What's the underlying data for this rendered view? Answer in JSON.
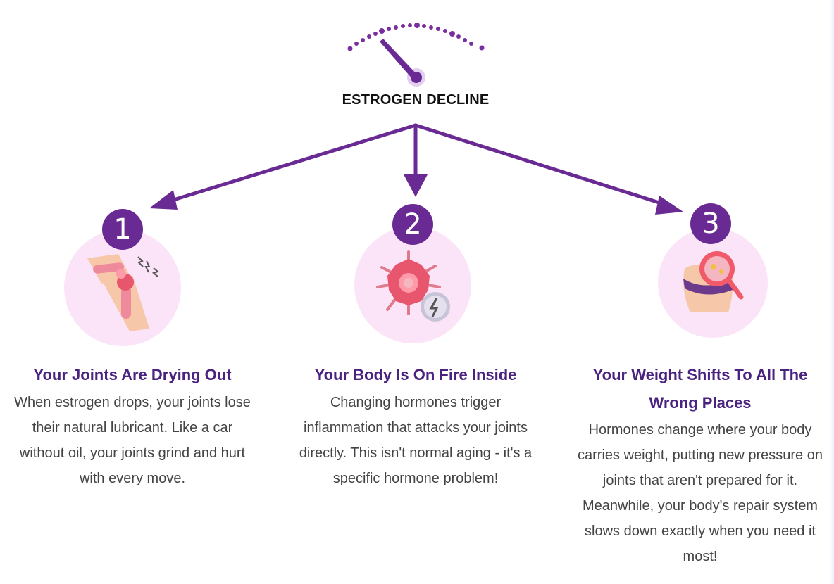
{
  "header": {
    "title": "ESTROGEN DECLINE",
    "gauge_icon": "gauge-icon"
  },
  "colors": {
    "purple": "#6a2a94",
    "title_purple": "#4a2380",
    "circle_pink": "#fbe4f8",
    "text": "#444444"
  },
  "items": [
    {
      "number": "1",
      "icon": "knee-joint-icon",
      "title": "Your Joints Are Drying Out",
      "body": "When estrogen drops, your joints lose their natural lubricant. Like a car without oil, your joints grind and hurt with every move."
    },
    {
      "number": "2",
      "icon": "inflamed-cell-icon",
      "title": "Your Body Is On Fire Inside",
      "body": "Changing hormones trigger inflammation that attacks your joints directly. This isn't normal aging - it's a specific hormone problem!"
    },
    {
      "number": "3",
      "icon": "hip-magnifier-icon",
      "title": "Your Weight Shifts To All The Wrong Places",
      "body": "Hormones change where your body carries weight, putting new pressure on joints that aren't prepared for it. Meanwhile, your body's repair system slows down exactly when you need it most!"
    }
  ]
}
